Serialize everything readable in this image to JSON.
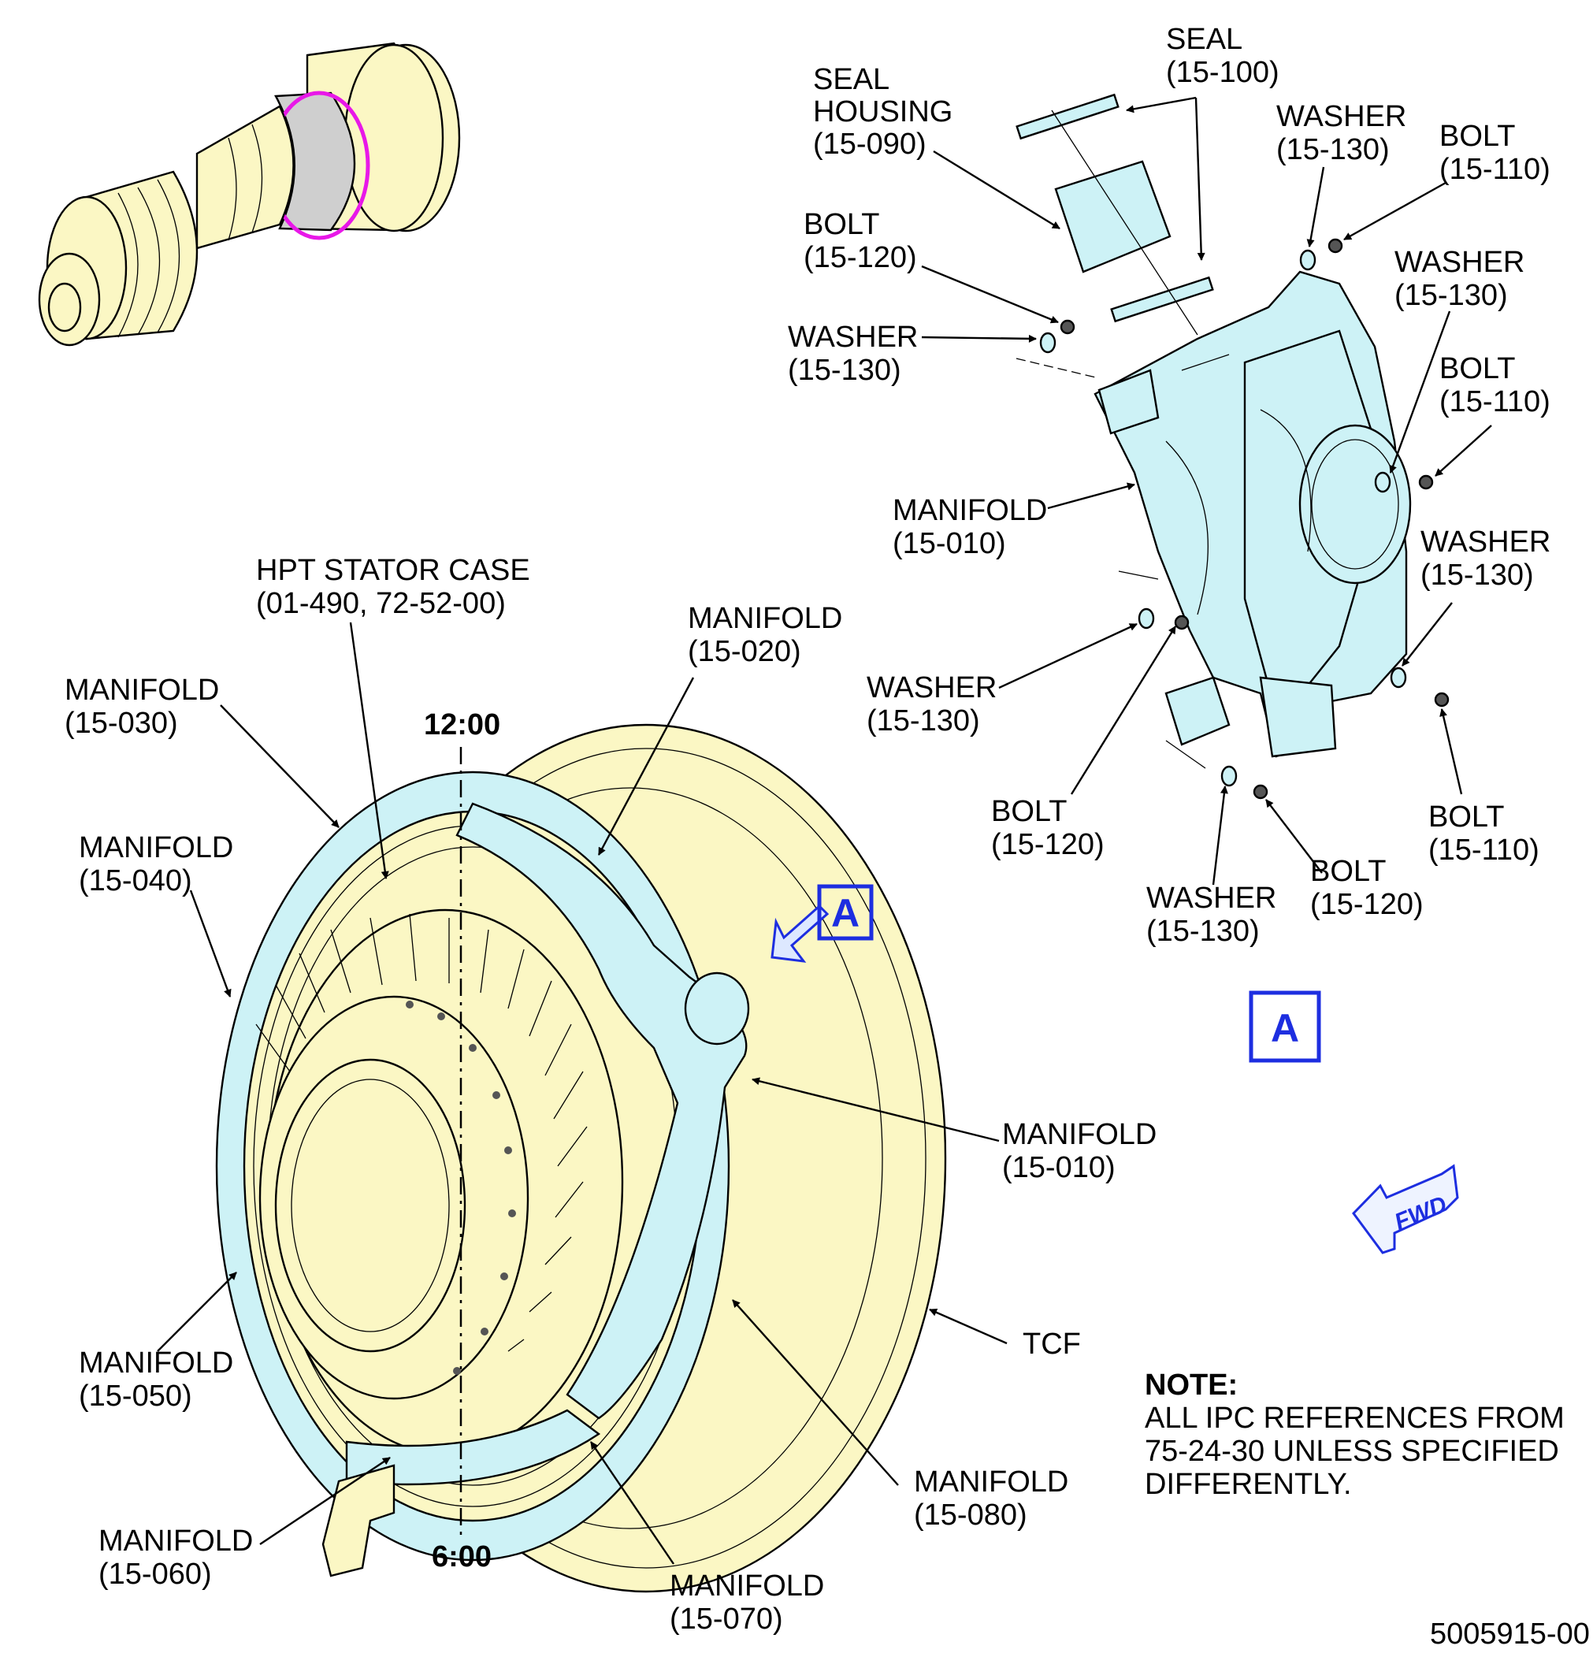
{
  "labels": {
    "seal": {
      "name": "SEAL",
      "ref": "(15-100)"
    },
    "seal_housing": {
      "line1": "SEAL",
      "line2": "HOUSING",
      "ref": "(15-090)"
    },
    "washer_top": {
      "name": "WASHER",
      "ref": "(15-130)"
    },
    "bolt_top": {
      "name": "BOLT",
      "ref": "(15-110)"
    },
    "bolt_120_upper": {
      "name": "BOLT",
      "ref": "(15-120)"
    },
    "washer_upper_left": {
      "name": "WASHER",
      "ref": "(15-130)"
    },
    "washer_right_upper": {
      "name": "WASHER",
      "ref": "(15-130)"
    },
    "bolt_right_upper": {
      "name": "BOLT",
      "ref": "(15-110)"
    },
    "manifold_010_detail": {
      "name": "MANIFOLD",
      "ref": "(15-010)"
    },
    "washer_right_lower": {
      "name": "WASHER",
      "ref": "(15-130)"
    },
    "washer_mid_left": {
      "name": "WASHER",
      "ref": "(15-130)"
    },
    "bolt_120_mid": {
      "name": "BOLT",
      "ref": "(15-120)"
    },
    "bolt_110_lower": {
      "name": "BOLT",
      "ref": "(15-110)"
    },
    "washer_bottom": {
      "name": "WASHER",
      "ref": "(15-130)"
    },
    "bolt_120_bottom": {
      "name": "BOLT",
      "ref": "(15-120)"
    },
    "hpt_stator_case": {
      "name": "HPT STATOR CASE",
      "ref": "(01-490, 72-52-00)"
    },
    "manifold_020": {
      "name": "MANIFOLD",
      "ref": "(15-020)"
    },
    "manifold_030": {
      "name": "MANIFOLD",
      "ref": "(15-030)"
    },
    "manifold_040": {
      "name": "MANIFOLD",
      "ref": "(15-040)"
    },
    "manifold_010_main": {
      "name": "MANIFOLD",
      "ref": "(15-010)"
    },
    "manifold_050": {
      "name": "MANIFOLD",
      "ref": "(15-050)"
    },
    "manifold_060": {
      "name": "MANIFOLD",
      "ref": "(15-060)"
    },
    "manifold_070": {
      "name": "MANIFOLD",
      "ref": "(15-070)"
    },
    "manifold_080": {
      "name": "MANIFOLD",
      "ref": "(15-080)"
    },
    "tcf": {
      "name": "TCF"
    },
    "clock_12": "12:00",
    "clock_6": "6:00",
    "view_a_callout": "A",
    "view_a_title": "A",
    "fwd": "FWD"
  },
  "note": {
    "title": "NOTE:",
    "lines": [
      "ALL IPC REFERENCES FROM",
      "75-24-30 UNLESS SPECIFIED",
      "DIFFERENTLY."
    ]
  },
  "figure_number": "5005915-00",
  "colors": {
    "cream": "#fbf7c4",
    "cyan": "#cdf2f6",
    "highlight_magenta": "#e818e8",
    "view_blue": "#1d2ee0",
    "gray": "#cfcfcf"
  }
}
